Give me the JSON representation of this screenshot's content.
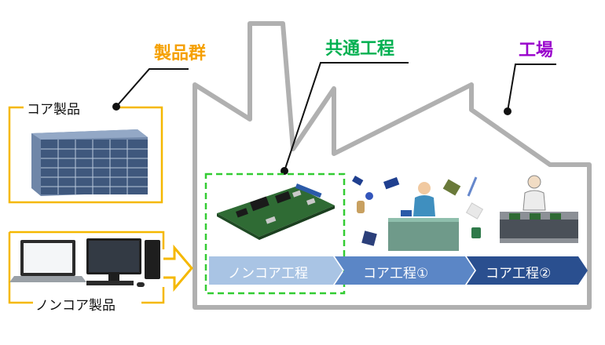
{
  "labels": {
    "product_group": "製品群",
    "common_process": "共通工程",
    "factory": "工場",
    "core_product": "コア製品",
    "noncore_product": "ノンコア製品"
  },
  "process_flow": [
    "ノンコア工程",
    "コア工程①",
    "コア工程②"
  ],
  "colors": {
    "product_group": "#f5a000",
    "common_process": "#00b050",
    "factory": "#9900cc",
    "factory_outline": "#b0b0b0",
    "core_box": "#f5b800",
    "dashed_box": "#33cc33",
    "arrow_1": "#a9c4e4",
    "arrow_2": "#5b86c6",
    "arrow_3": "#2a4f8f"
  }
}
